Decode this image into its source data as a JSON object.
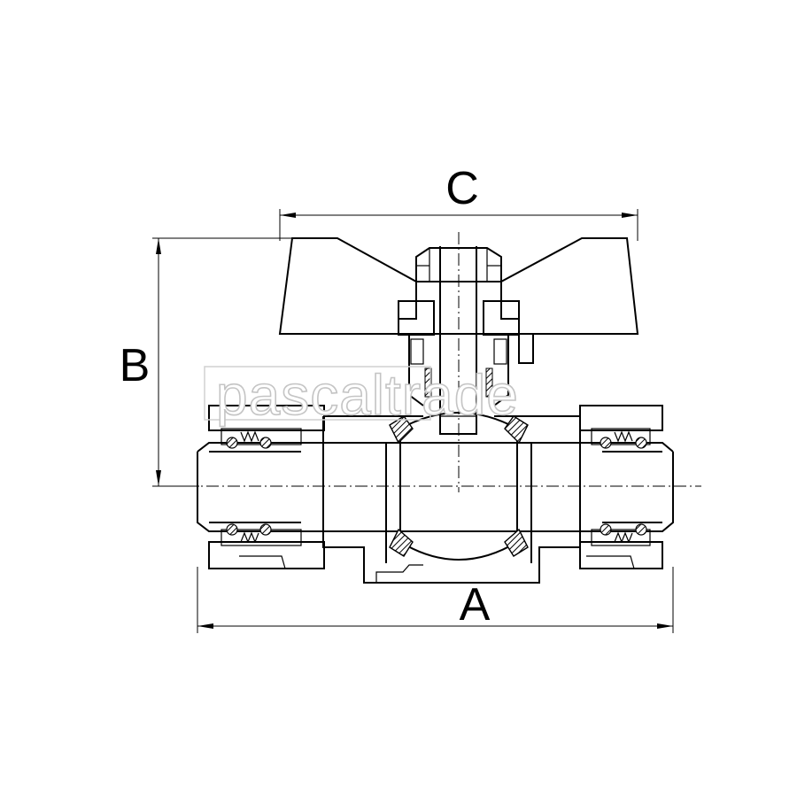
{
  "dimensions": {
    "a_label": "A",
    "b_label": "B",
    "c_label": "C"
  },
  "watermark": {
    "text": "pascaltrade"
  }
}
